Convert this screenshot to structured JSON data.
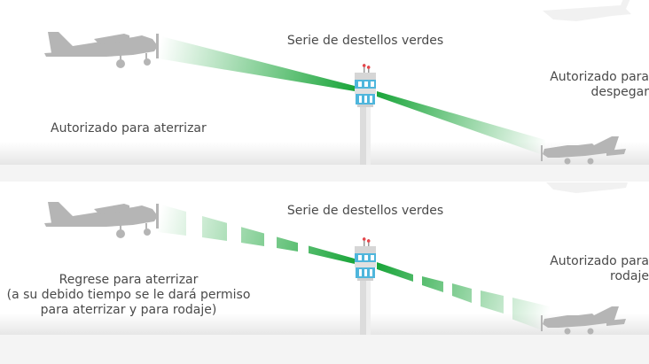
{
  "panels": [
    {
      "signal": "Serie de destellos verdes",
      "left_caption": [
        "Autorizado para aterrizar"
      ],
      "right_caption": [
        "Autorizado para",
        "despegar"
      ],
      "beam": "steady"
    },
    {
      "signal": "Serie de destellos verdes",
      "left_caption": [
        "Regrese para aterrizar",
        "(a su debido tiempo se le dará permiso",
        "para aterrizar y para rodaje)"
      ],
      "right_caption": [
        "Autorizado para",
        "rodaje"
      ],
      "beam": "flashing"
    }
  ],
  "colors": {
    "beam": "#1aa53a",
    "plane": "#b5b5b5",
    "tower_glass": "#4fb6dc",
    "tower_light": "#e8464b",
    "ground": "#ececec"
  },
  "icons": [
    "airplane-icon",
    "control-tower-icon",
    "light-beam-icon"
  ]
}
